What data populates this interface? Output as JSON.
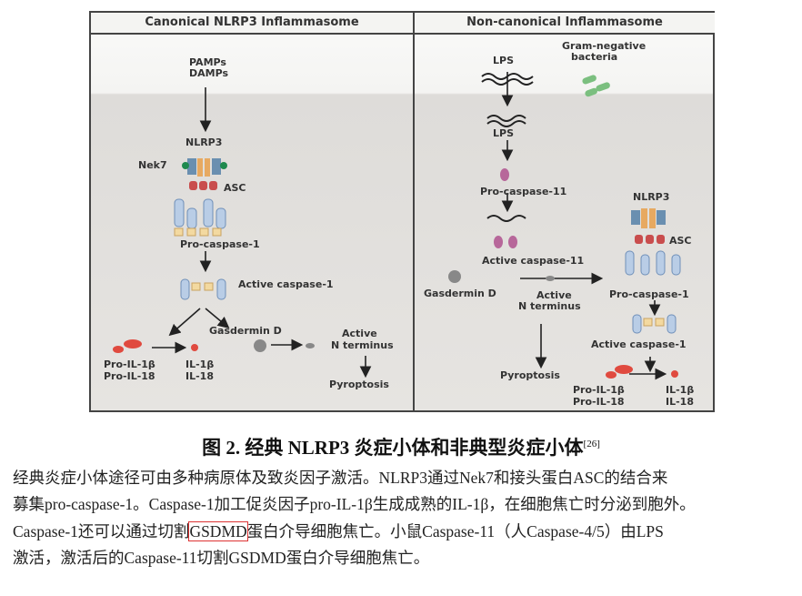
{
  "diagram": {
    "left_title": "Canonical NLRP3 Inflammasome",
    "right_title": "Non-canonical Inflammasome",
    "left": {
      "pamps": "PAMPs",
      "damps": "DAMPs",
      "nlrp3": "NLRP3",
      "nek7": "Nek7",
      "asc": "ASC",
      "pro_casp1": "Pro-caspase-1",
      "active_casp1": "Active caspase-1",
      "gasdermin": "Gasdermin D",
      "active": "Active",
      "nterm": "N terminus",
      "pyroptosis": "Pyroptosis",
      "pro_il1b": "Pro-IL-1β",
      "pro_il18": "Pro-IL-18",
      "il1b": "IL-1β",
      "il18": "IL-18"
    },
    "right": {
      "lps1": "LPS",
      "gram1": "Gram-negative",
      "gram2": "bacteria",
      "lps2": "LPS",
      "pro_casp11": "Pro-caspase-11",
      "active_casp11": "Active caspase-11",
      "gasdermin": "Gasdermin D",
      "active": "Active",
      "nterm": "N terminus",
      "pyroptosis": "Pyroptosis",
      "nlrp3": "NLRP3",
      "asc": "ASC",
      "pro_casp1": "Pro-caspase-1",
      "active_casp1": "Active caspase-1",
      "pro_il1b": "Pro-IL-1β",
      "pro_il18": "Pro-IL-18",
      "il1b": "IL-1β",
      "il18": "IL-18"
    }
  },
  "caption": {
    "text": "图 2. 经典 NLRP3 炎症小体和非典型炎症小体",
    "ref": "[26]"
  },
  "body": {
    "l1": "经典炎症小体途径可由多种病原体及致炎因子激活。NLRP3通过Nek7和接头蛋白ASC的结合来",
    "l2": "募集pro-caspase-1。Caspase-1加工促炎因子pro-IL-1β生成成熟的IL-1β，在细胞焦亡时分泌到胞外。",
    "l3a": "Caspase-1还可以通过切割",
    "l3b": "GSDMD",
    "l3c": "蛋白介导细胞焦亡。小鼠Caspase-11（人Caspase-4/5）由LPS",
    "l4": "激活，激活后的Caspase-11切割GSDMD蛋白介导细胞焦亡。"
  }
}
